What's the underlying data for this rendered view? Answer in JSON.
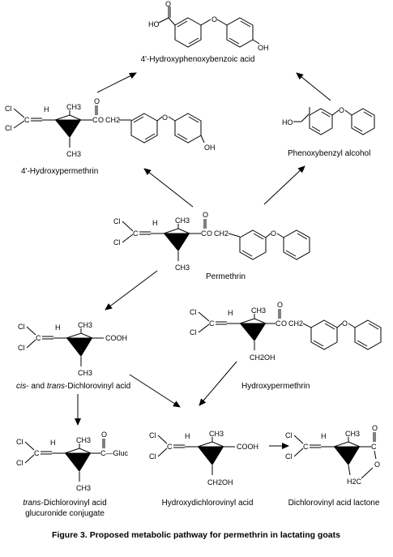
{
  "compounds": {
    "hpba": {
      "name": "4'-Hydroxyphenoxybenzoic acid",
      "atom_a": "HO",
      "atom_b": "O",
      "atom_c": "O",
      "atom_d": "OH"
    },
    "hpm": {
      "name": "4'-Hydroxypermethrin",
      "cl1": "Cl",
      "cl2": "Cl",
      "c1": "C",
      "eq": "=",
      "h": "H",
      "ch3a": "CH3",
      "ch3b": "CH3",
      "o": "O",
      "ester": "C",
      "o2": "O",
      "ch2": "CH2",
      "oet": "O",
      "oh": "OH"
    },
    "pba": {
      "name": "Phenoxybenzyl alcohol",
      "ho": "HO",
      "o": "O"
    },
    "perm": {
      "name": "Permethrin",
      "cl1": "Cl",
      "cl2": "Cl",
      "c1": "C",
      "eq": "=",
      "h": "H",
      "ch3a": "CH3",
      "ch3b": "CH3",
      "o": "O",
      "ester": "C",
      "o2": "O",
      "ch2": "CH2",
      "oet": "O"
    },
    "dcva": {
      "name_prefix": "cis",
      "name_mid": "- and ",
      "name_trans": "trans",
      "name_suffix": "-Dichlorovinyl acid",
      "cl1": "Cl",
      "cl2": "Cl",
      "c1": "C",
      "eq": "=",
      "h": "H",
      "ch3a": "CH3",
      "ch3b": "CH3",
      "cooh": "COOH"
    },
    "hpmet": {
      "name": "Hydroxypermethrin",
      "cl1": "Cl",
      "cl2": "Cl",
      "c1": "C",
      "eq": "=",
      "h": "H",
      "ch3": "CH3",
      "o": "O",
      "ester": "C",
      "o2": "O",
      "ch2": "CH2",
      "ch2oh": "CH2OH",
      "oet": "O"
    },
    "gluc": {
      "name_italic": "trans",
      "name_rest": "-Dichlorovinyl acid",
      "name_line2": "glucuronide conjugate",
      "cl1": "Cl",
      "cl2": "Cl",
      "c1": "C",
      "eq": "=",
      "h": "H",
      "ch3a": "CH3",
      "ch3b": "CH3",
      "o": "O",
      "gluc": "C—Gluc"
    },
    "hdcva": {
      "name": "Hydroxydichlorovinyl acid",
      "cl1": "Cl",
      "cl2": "Cl",
      "c1": "C",
      "eq": "=",
      "h": "H",
      "ch3": "CH3",
      "cooh": "COOH",
      "ch2oh": "CH2OH"
    },
    "lactone": {
      "name": "Dichlorovinyl acid lactone",
      "cl1": "Cl",
      "cl2": "Cl",
      "c1": "C",
      "eq": "=",
      "h": "H",
      "ch3": "CH3",
      "o": "O",
      "c": "C",
      "o2": "O",
      "h2c": "H2C"
    }
  },
  "caption": "Figure 3.  Proposed metabolic pathway for permethrin in lactating goats"
}
